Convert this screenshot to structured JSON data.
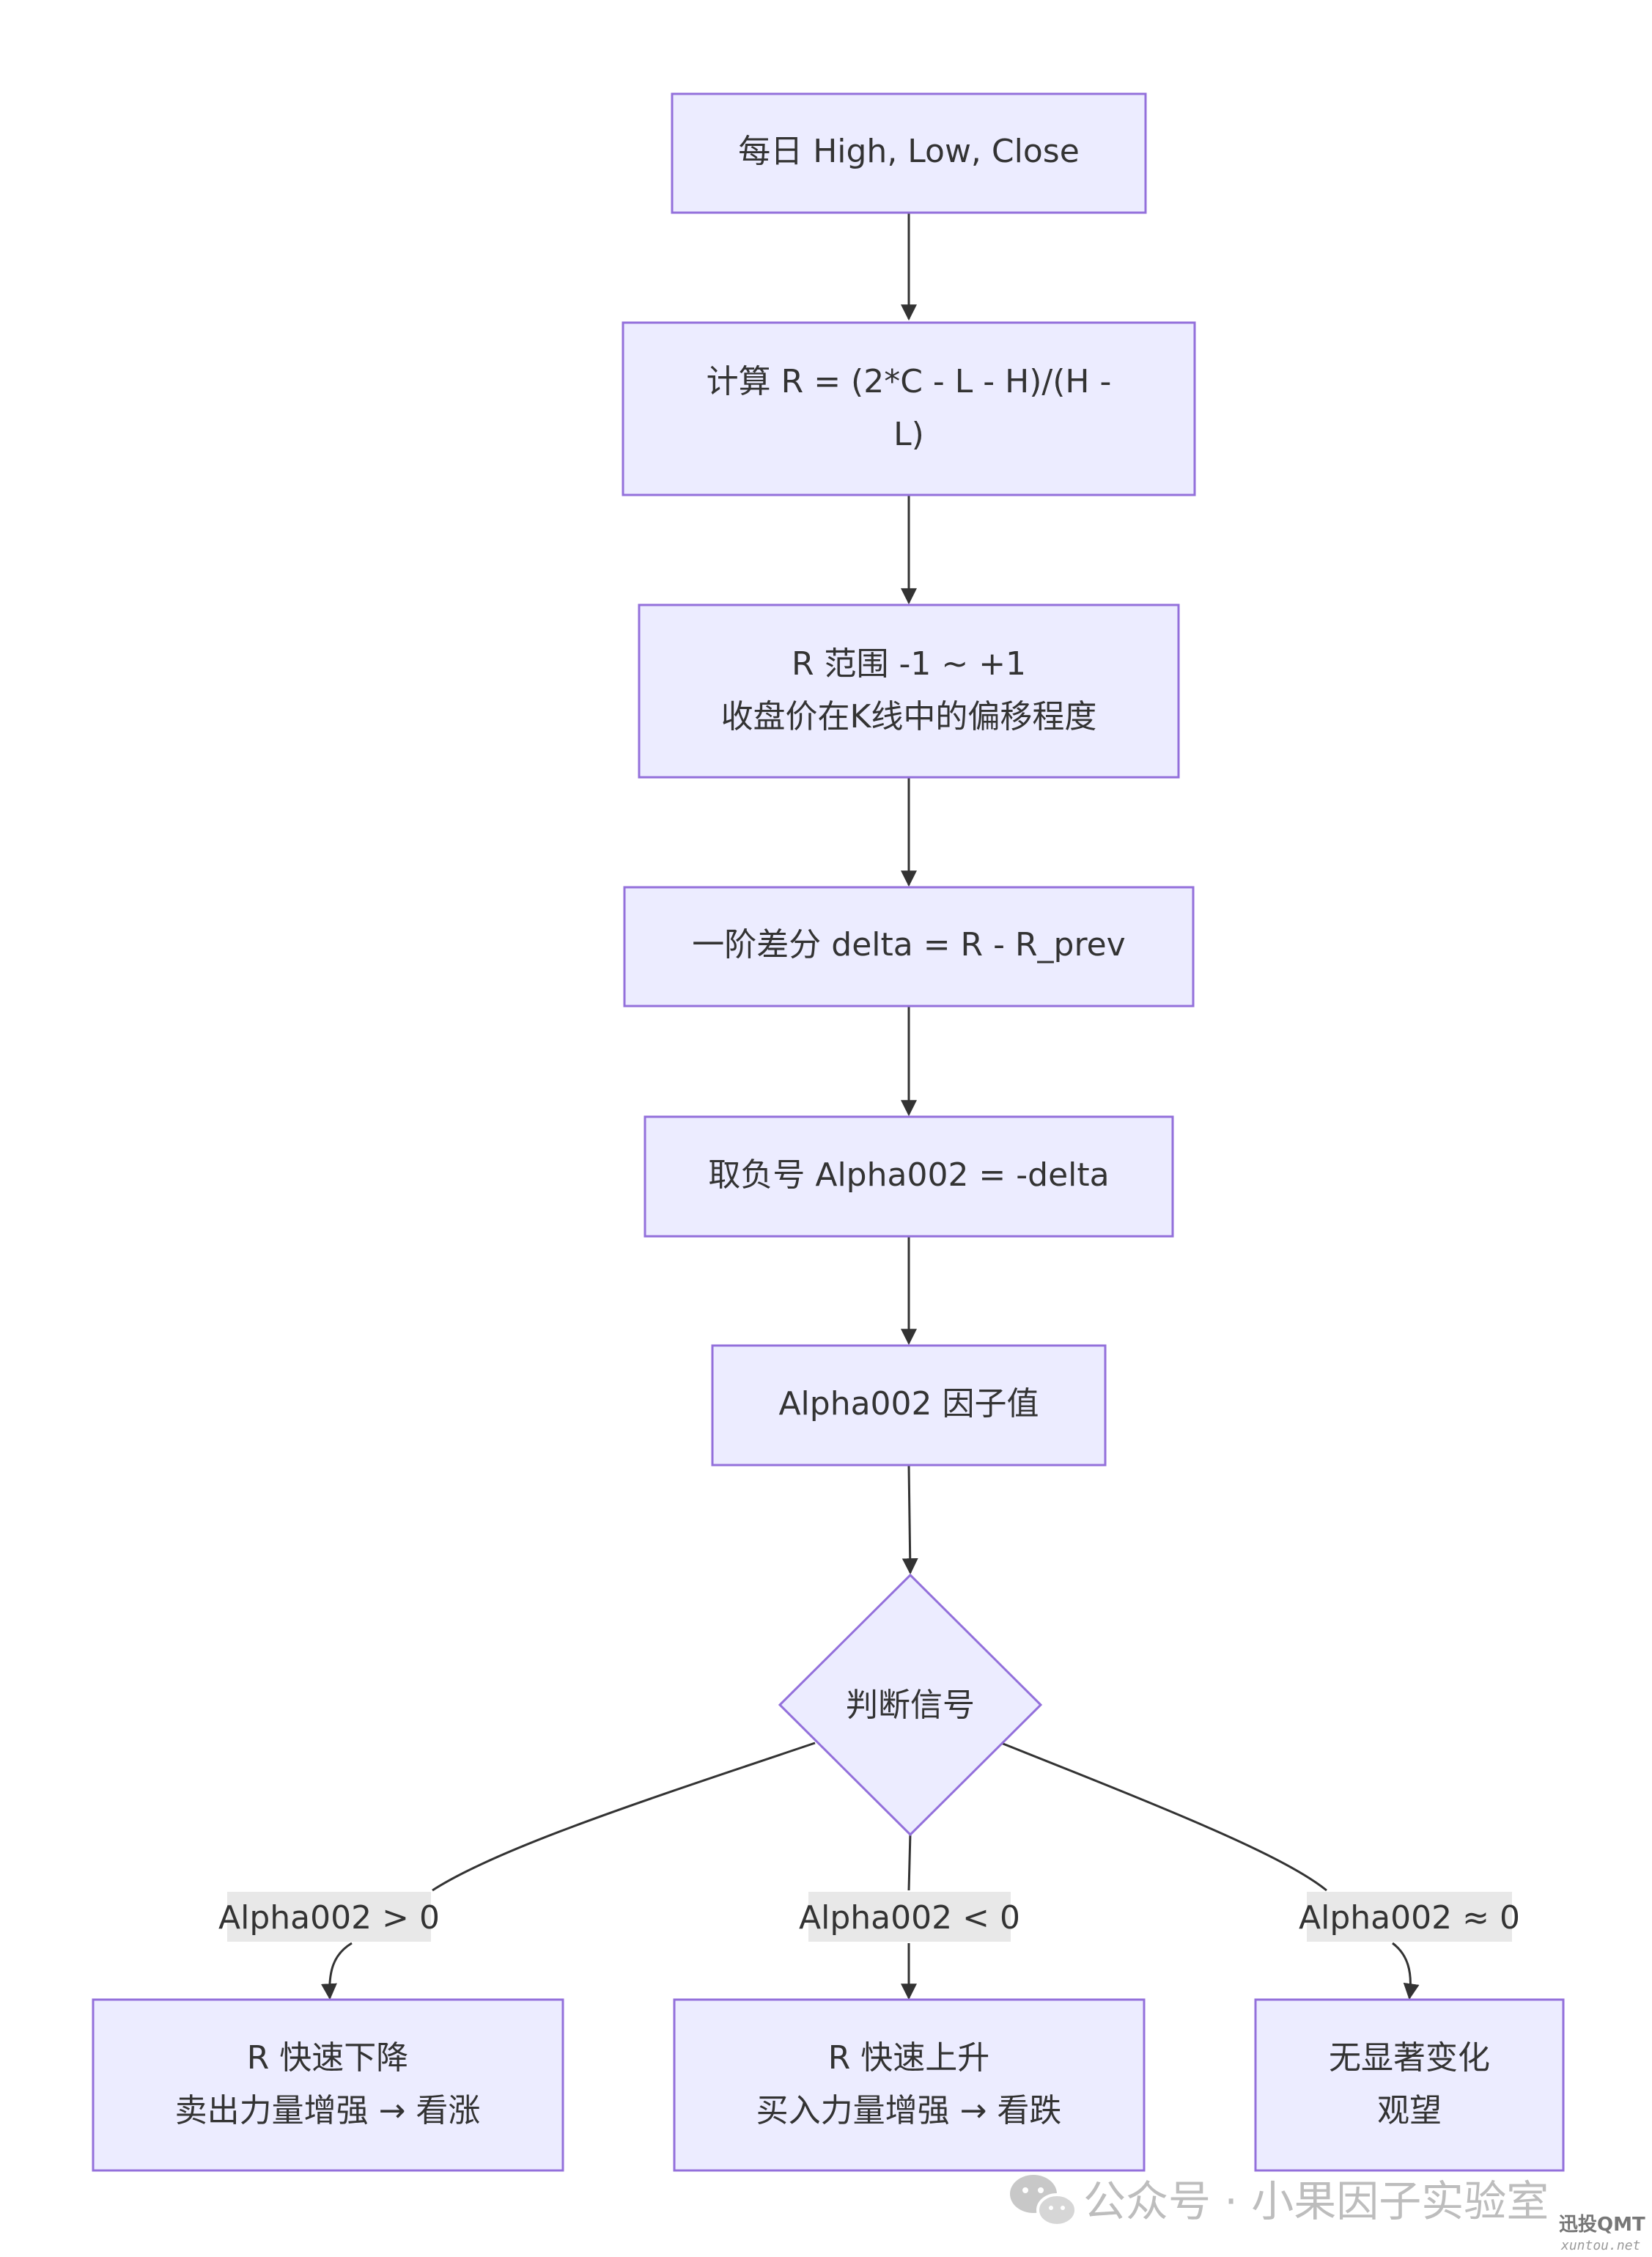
{
  "nodes": {
    "input": [
      "每日 High, Low, Close"
    ],
    "compute_r": [
      "计算 R = (2*C - L - H)/(H -",
      "L)"
    ],
    "r_range": [
      "R 范围 -1 ~ +1",
      "收盘价在K线中的偏移程度"
    ],
    "delta": [
      "一阶差分 delta = R - R_prev"
    ],
    "negate": [
      "取负号 Alpha002 = -delta"
    ],
    "factor": [
      "Alpha002 因子值"
    ],
    "decision": [
      "判断信号"
    ],
    "sell": [
      "R 快速下降",
      "卖出力量增强 → 看涨"
    ],
    "buy": [
      "R 快速上升",
      "买入力量增强 → 看跌"
    ],
    "neutral": [
      "无显著变化",
      "观望"
    ]
  },
  "edge_labels": {
    "positive": "Alpha002 > 0",
    "negative": "Alpha002 < 0",
    "zero": "Alpha002 ≈ 0"
  },
  "watermark": {
    "text": "公众号 · 小果因子实验室",
    "icon": "wechat-icon"
  },
  "corner_logo": {
    "brand": "迅投QMT",
    "url": "xuntou.net"
  },
  "colors": {
    "node_fill": "#ECECFF",
    "node_stroke": "#9370DB",
    "edge": "#333333",
    "label_bg": "#e8e8e8",
    "text": "#333333"
  }
}
